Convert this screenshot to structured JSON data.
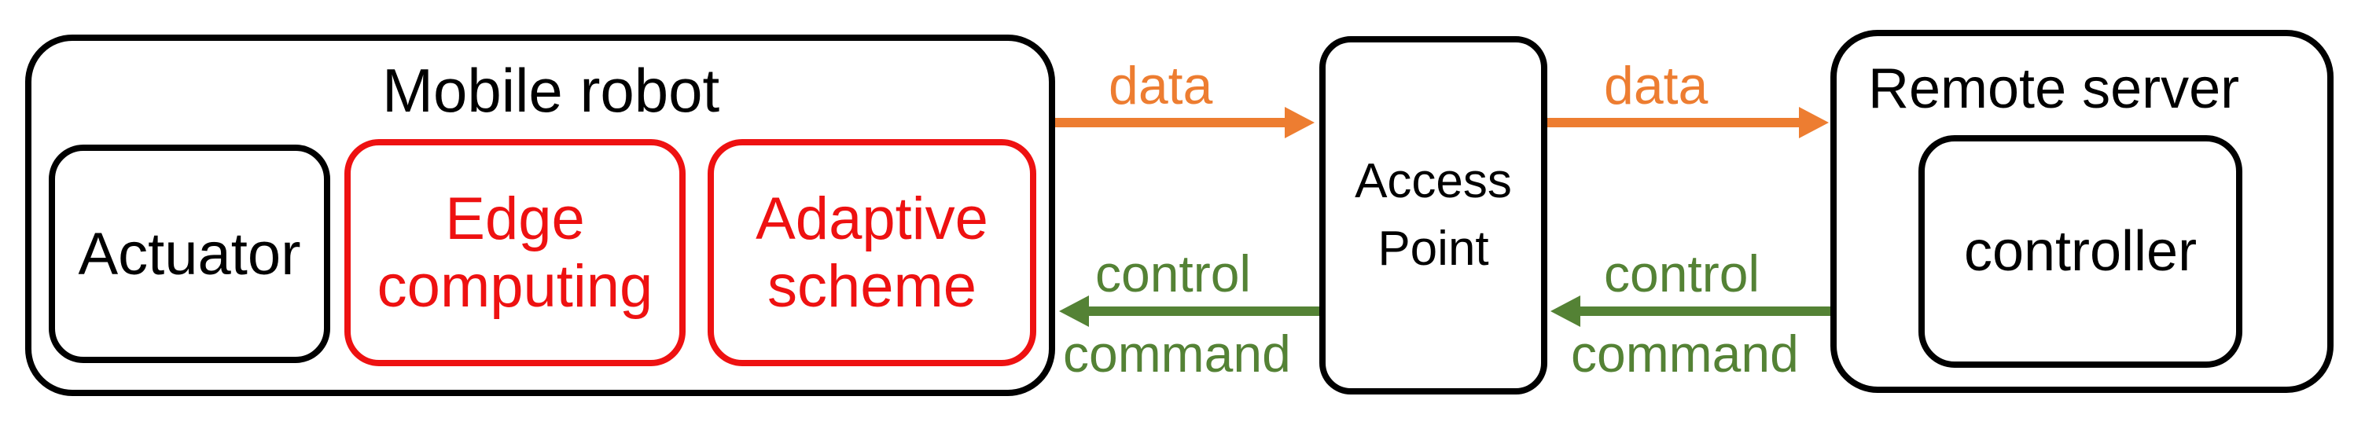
{
  "colors": {
    "border": "#000000",
    "highlight": "#ee1111",
    "data_arrow": "#ed7d31",
    "control_arrow": "#548235"
  },
  "mobile_robot": {
    "title": "Mobile robot",
    "components": {
      "actuator": "Actuator",
      "edge_line1": "Edge",
      "edge_line2": "computing",
      "adaptive_line1": "Adaptive",
      "adaptive_line2": "scheme"
    }
  },
  "access_point": {
    "line1": "Access",
    "line2": "Point"
  },
  "remote_server": {
    "title": "Remote server",
    "controller": "controller"
  },
  "links": {
    "left": {
      "data": "data",
      "control_line1": "control",
      "control_line2": "command"
    },
    "right": {
      "data": "data",
      "control_line1": "control",
      "control_line2": "command"
    }
  }
}
